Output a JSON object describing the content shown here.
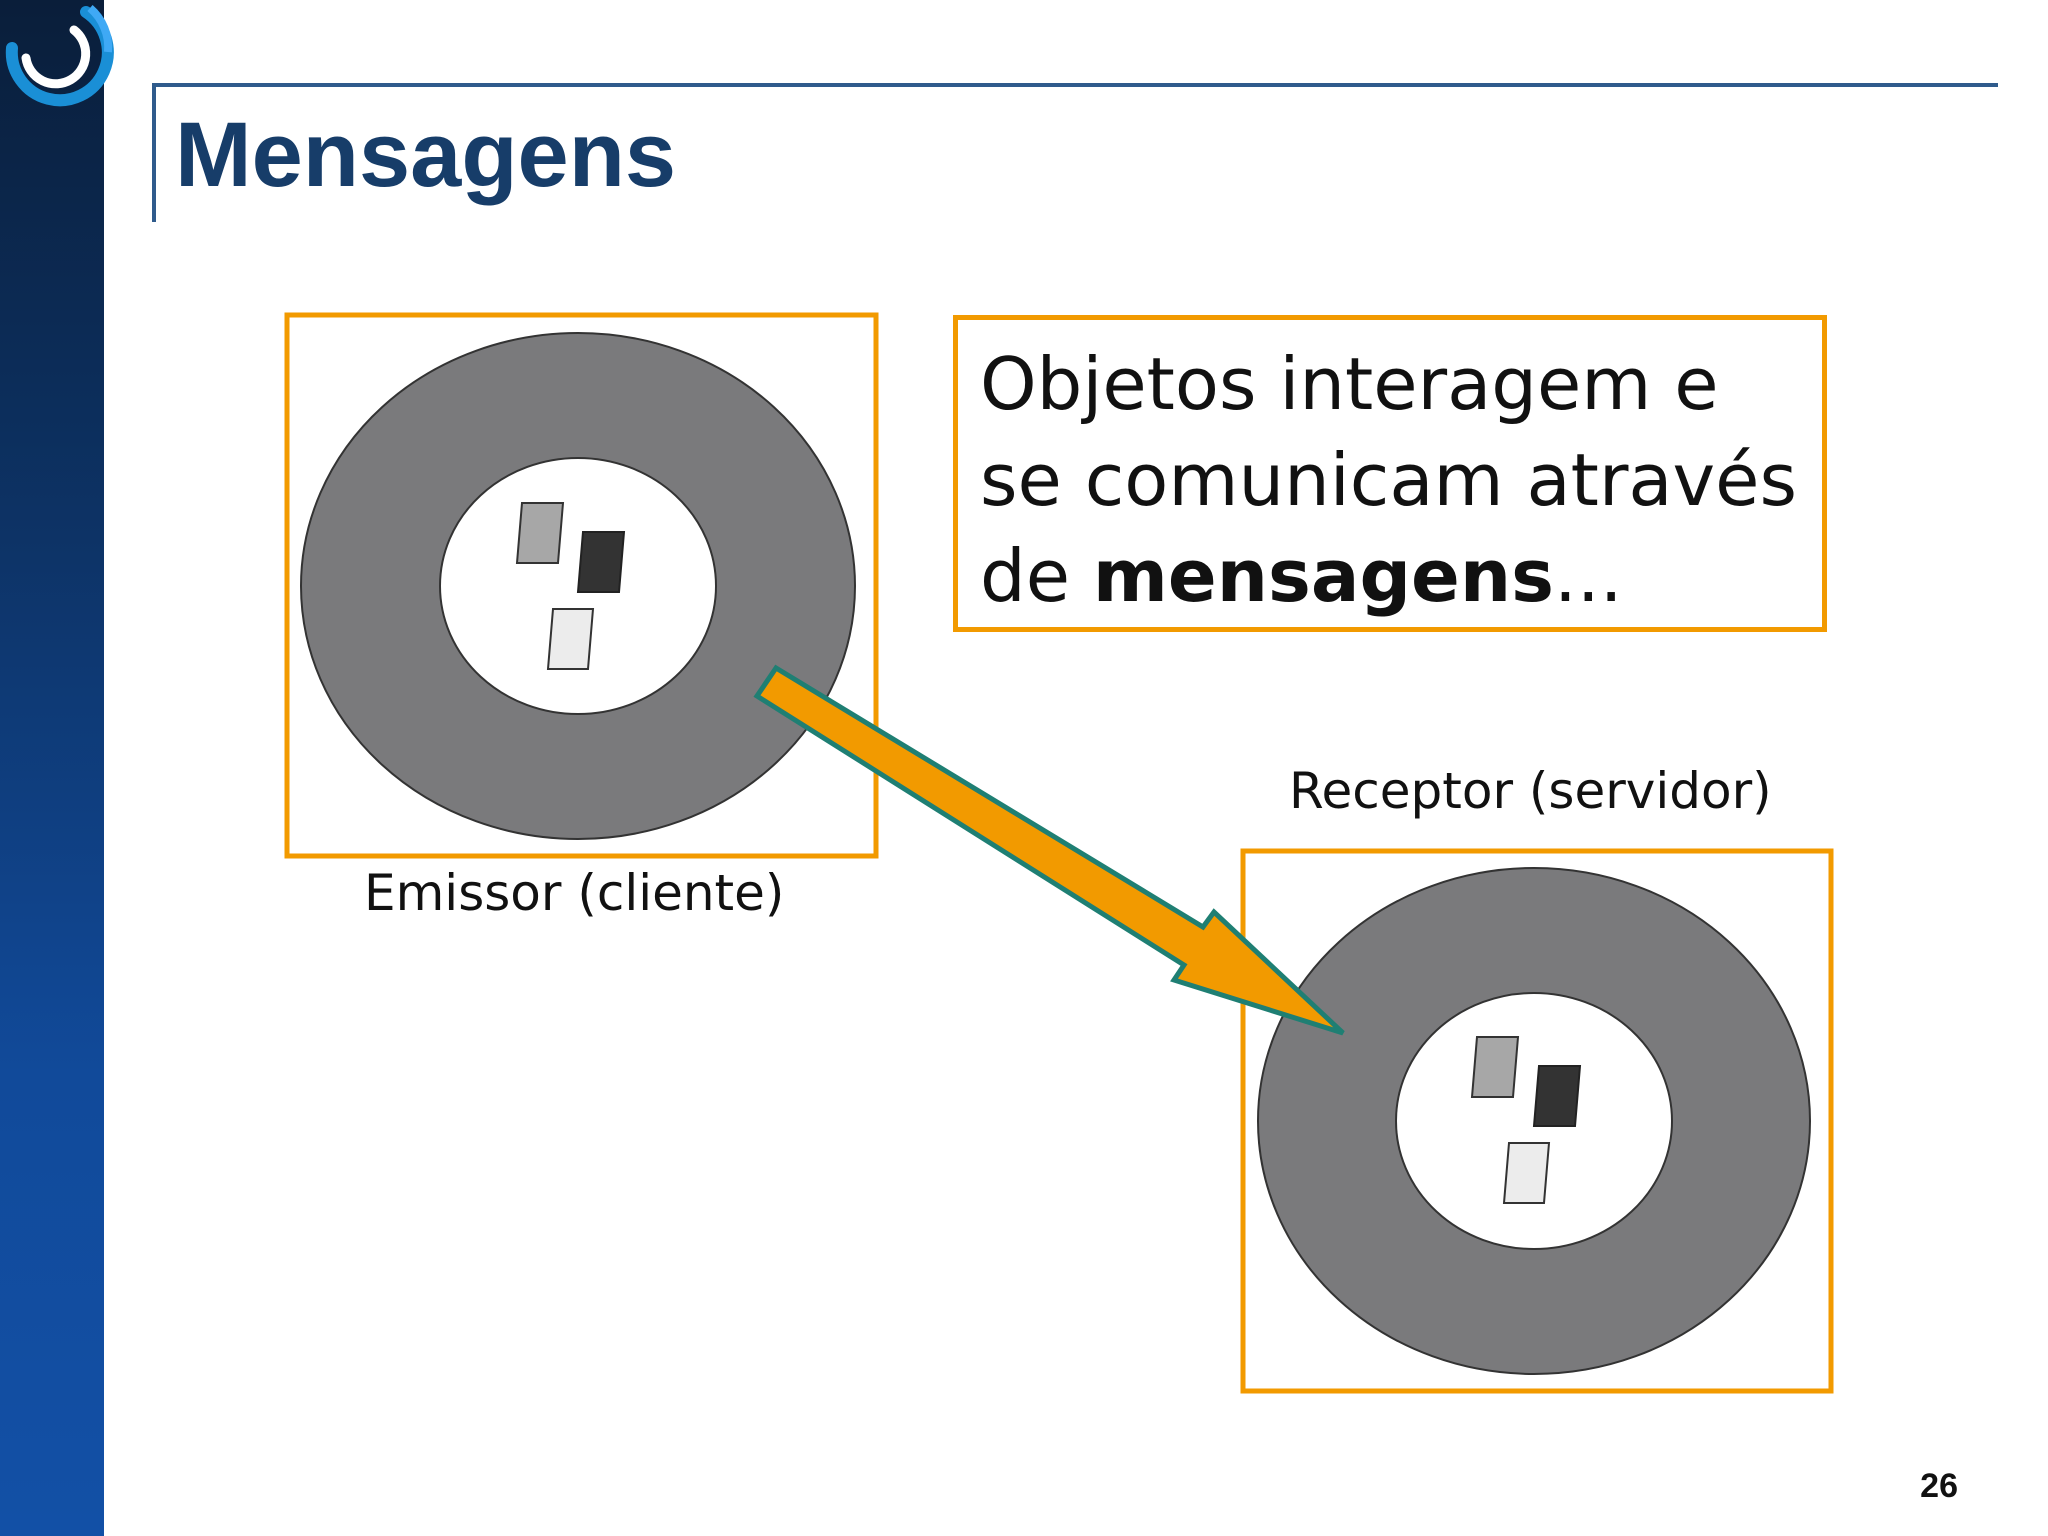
{
  "slide": {
    "title": "Mensagens",
    "page_number": "26"
  },
  "callout": {
    "text_plain": "Objetos interagem e se comunicam através de",
    "text_bold": "mensagens",
    "text_suffix": "..."
  },
  "nodes": {
    "emitter_label": "Emissor (cliente)",
    "receiver_label": "Receptor (servidor)"
  },
  "colors": {
    "accent_orange": "#f29a00",
    "arrow_outline": "#1f7f73",
    "ring_gray": "#7a7a7c",
    "title_blue": "#173d69",
    "sidebar_blue": "#0d3366"
  },
  "icons": {
    "logo": "circular-logo-icon",
    "message_arrow": "arrow-right-down-icon",
    "object_core": "object-core-icon"
  }
}
